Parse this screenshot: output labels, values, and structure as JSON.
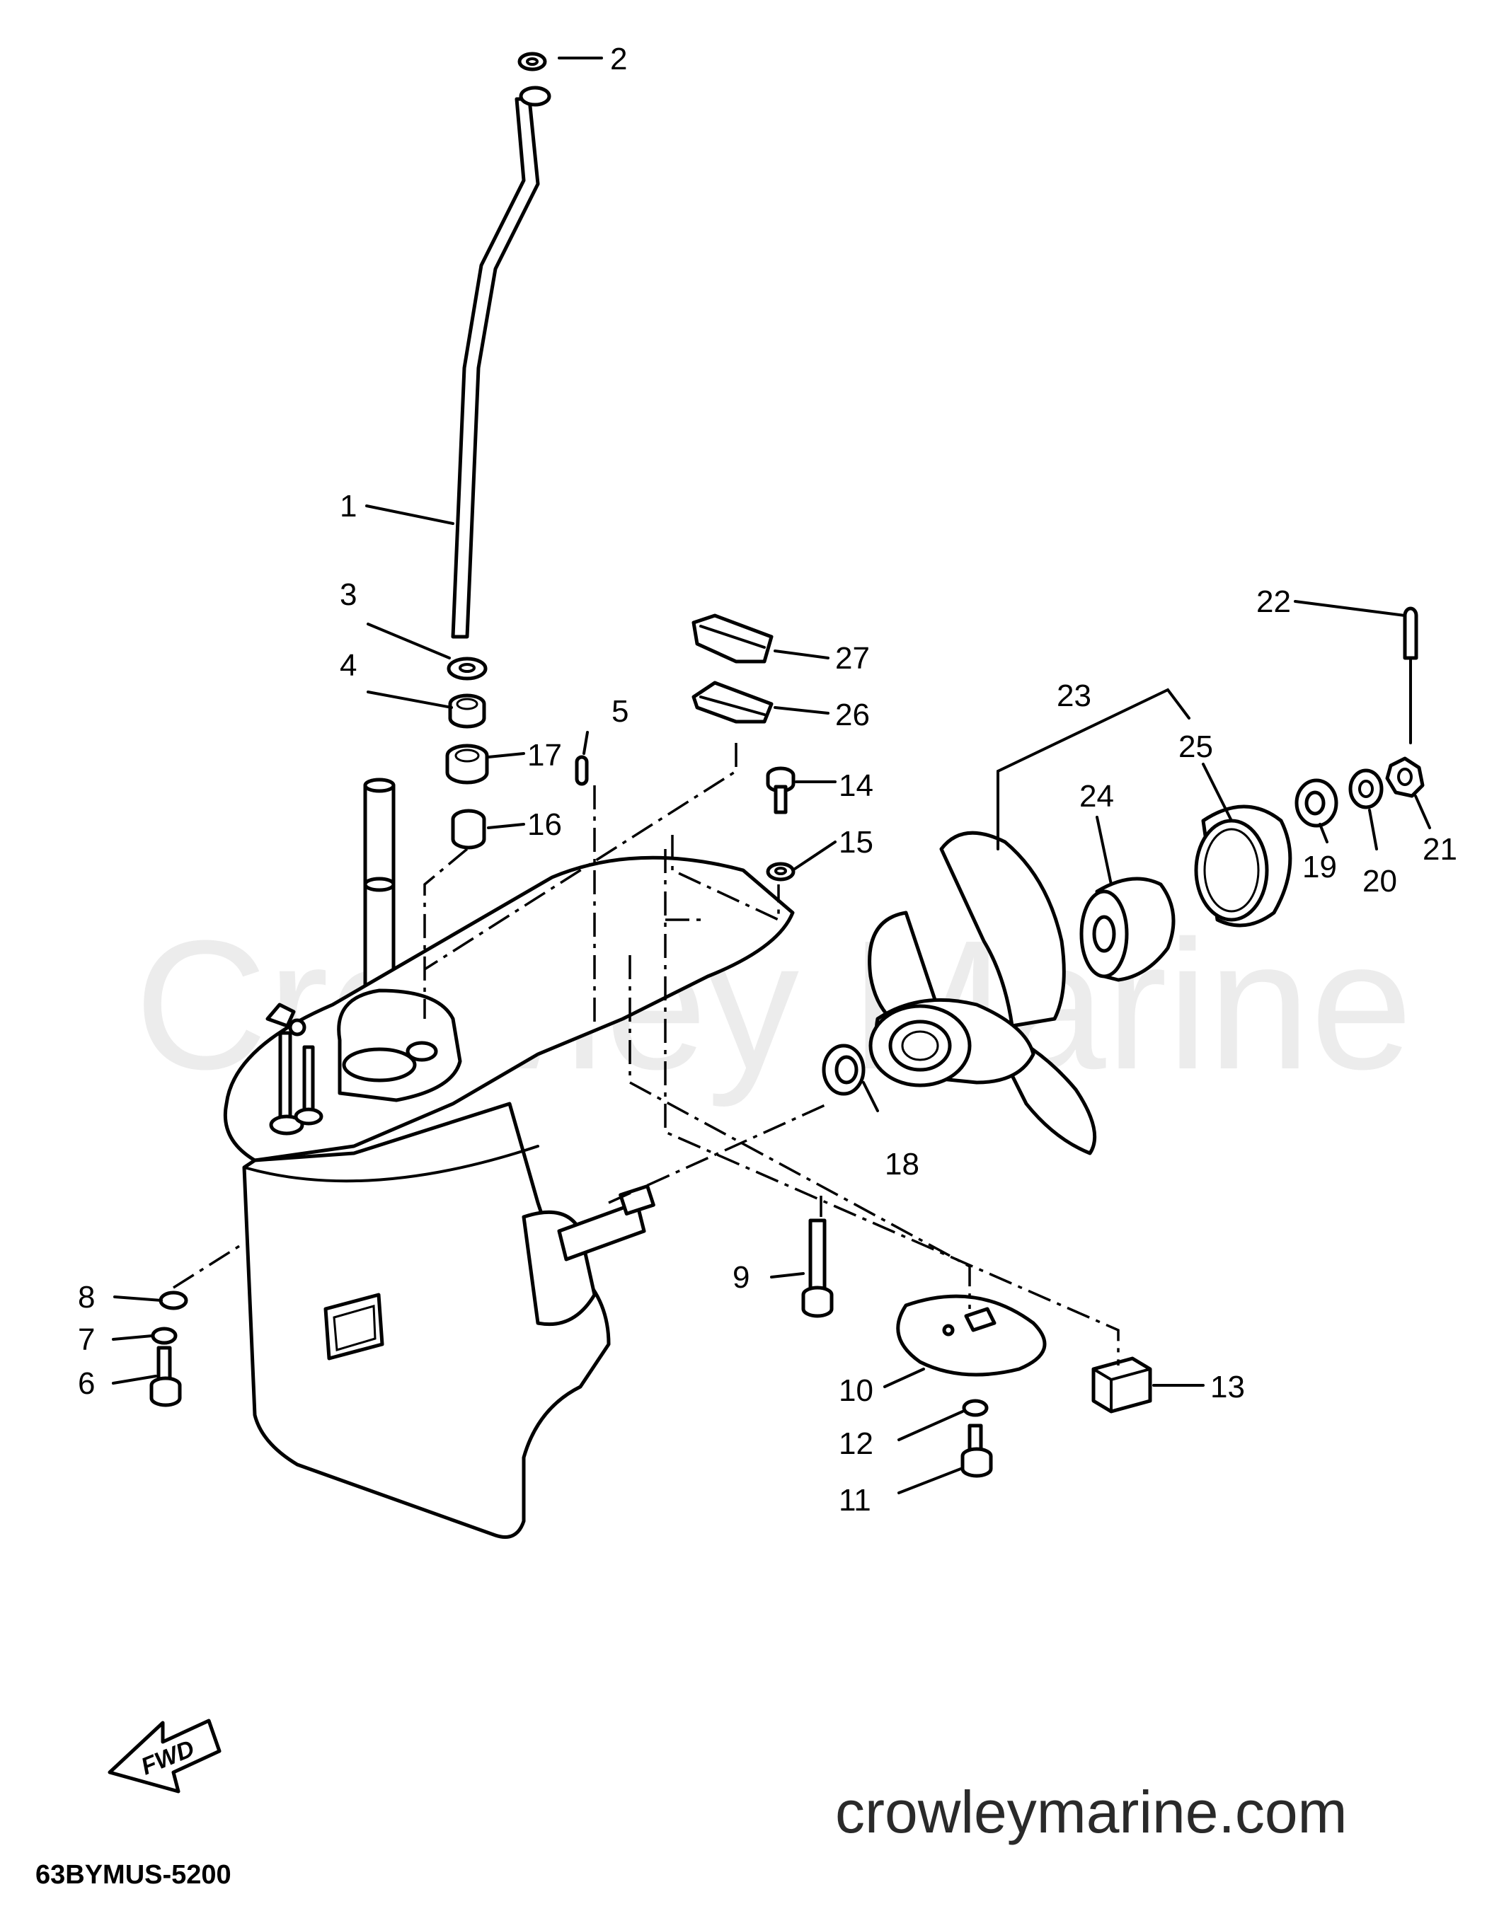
{
  "watermark": "Crowley Marine",
  "footer_url": "crowleymarine.com",
  "diagram_code": "63BYMUS-5200",
  "fwd_label": "FWD",
  "callouts": {
    "c1": "1",
    "c2": "2",
    "c3": "3",
    "c4": "4",
    "c5": "5",
    "c6": "6",
    "c7": "7",
    "c8": "8",
    "c9": "9",
    "c10": "10",
    "c11": "11",
    "c12": "12",
    "c13": "13",
    "c14": "14",
    "c15": "15",
    "c16": "16",
    "c17": "17",
    "c18": "18",
    "c19": "19",
    "c20": "20",
    "c21": "21",
    "c22": "22",
    "c23": "23",
    "c24": "24",
    "c25": "25",
    "c26": "26",
    "c27": "27"
  }
}
